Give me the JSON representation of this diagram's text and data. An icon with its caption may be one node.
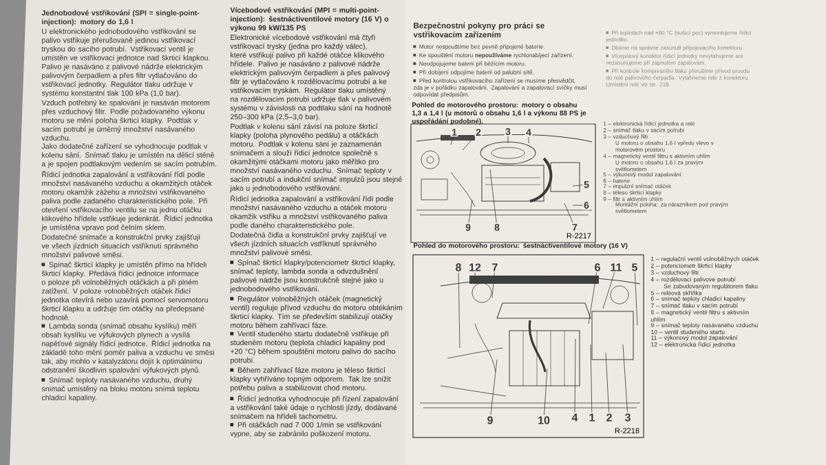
{
  "diagram": {
    "nodes": [
      {
        "text": [
          "R-2217"
        ]
      },
      {
        "text": [
          "1"
        ],
        "in": 0
      },
      {
        "text": [
          "2"
        ],
        "in": 0
      },
      {
        "text": [
          "3"
        ],
        "in": 0
      },
      {
        "text": [
          "4"
        ],
        "in": 0
      },
      {
        "text": [
          "5"
        ],
        "in": 0
      },
      {
        "text": [
          "6"
        ],
        "in": 0
      },
      {
        "text": [
          "9"
        ],
        "in": 0
      },
      {
        "text": [
          "8"
        ],
        "in": 0
      },
      {
        "text": [
          "7"
        ],
        "in": 0
      },
      {
        "text": [
          "R-2218"
        ]
      },
      {
        "text": [
          "8"
        ],
        "in": 10
      },
      {
        "text": [
          "12"
        ],
        "in": 10
      },
      {
        "text": [
          "7"
        ],
        "in": 10
      },
      {
        "text": [
          "6"
        ],
        "in": 10
      },
      {
        "text": [
          "11"
        ],
        "in": 10
      },
      {
        "text": [
          "5"
        ],
        "in": 10
      },
      {
        "text": [
          "9"
        ],
        "in": 10
      },
      {
        "text": [
          "10"
        ],
        "in": 10
      },
      {
        "text": [
          "4"
        ],
        "in": 10
      },
      {
        "text": [
          "1"
        ],
        "in": 10
      },
      {
        "text": [
          "2"
        ],
        "in": 10
      },
      {
        "text": [
          "3"
        ],
        "in": 10
      }
    ],
    "edges": [
      {
        "from": 1,
        "to": null,
        "arrow": "none"
      },
      {
        "from": 2,
        "to": null,
        "arrow": "none"
      },
      {
        "from": 3,
        "to": null,
        "arrow": "none"
      },
      {
        "from": 4,
        "to": null,
        "arrow": "none"
      },
      {
        "from": 5,
        "to": null,
        "arrow": "none"
      },
      {
        "from": 6,
        "to": null,
        "arrow": "none"
      },
      {
        "from": 7,
        "to": null,
        "arrow": "none"
      },
      {
        "from": 8,
        "to": null,
        "arrow": "none"
      },
      {
        "from": 9,
        "to": null,
        "arrow": "none"
      },
      {
        "from": 11,
        "to": null,
        "arrow": "none"
      },
      {
        "from": 12,
        "to": null,
        "arrow": "none"
      },
      {
        "from": 13,
        "to": null,
        "arrow": "none"
      },
      {
        "from": 14,
        "to": null,
        "arrow": "none"
      },
      {
        "from": 15,
        "to": null,
        "arrow": "none"
      },
      {
        "from": 16,
        "to": null,
        "arrow": "none"
      },
      {
        "from": 17,
        "to": null,
        "arrow": "none"
      },
      {
        "from": 18,
        "to": null,
        "arrow": "none"
      },
      {
        "from": 19,
        "to": null,
        "arrow": "none"
      },
      {
        "from": 20,
        "to": null,
        "arrow": "none"
      },
      {
        "from": 21,
        "to": null,
        "arrow": "none"
      },
      {
        "from": 22,
        "to": null,
        "arrow": "none"
      }
    ],
    "labels": [
      "Jednobodové vstřikování (SPI = single-point-injection): motory do 1,6 l",
      "U elektronického jednobodového vstřikování se palivo vstřikuje přerušovaně jedinou vstřikovací tryskou do sacího potrubí. Vstřikovací ventil je umístěn ve vstřikovací jednotce nad škrticí klapkou. Palivo je nasáváno z palivové nádrže elektrickým palivovým čerpadlem a přes filtr vytlačováno do vstřikovací jednotky. Regulátor tlaku udržuje v systému konstantní tlak 100 kPa (1,0 bar).",
      "Vzduch potřebný ke spalování je nasáván motorem přes vzduchový filtr. Podle požadovaného výkonu motoru se mění poloha škrticí klapky. Podtlak v sacím potrubí je úměrný množství nasávaného vzduchu.",
      "Jako dodatečné zařízení se vyhodnocuje podtlak v kolenu sání. Snímač tlaku je umístěn na dělicí stěně a je spojen podtlakovým vedením se sacím potrubím.",
      "Řídicí jednotka zapalování a vstřikování řídí podle množství nasávaného vzduchu a okamžitých otáček motoru okamžik zážehu a množství vstřikovaného paliva podle zadaného charakteristického pole. Při otevření vstřikovacího ventilu se na jednu otáčku klikového hřídele vstřikuje jedenkrát. Řídicí jednotka je umístěna vpravo pod čelním sklem.",
      "Dodatečné snímače a konstrukční prvky zajišťují ve všech jízdních situacích vstříknutí správného množství palivové směsi.",
      "Spínač škrticí klapky je umístěn přímo na hřídeli škrticí klapky. Předává řídicí jednotce informace o poloze při volnoběžných otáčkách a při plném zatížení. V poloze volnoběžných otáček řídicí jednotka otevírá nebo uzavírá pomocí servomotoru škrticí klapku a udržuje tím otáčky na předepsané hodnotě.",
      "Lambda sonda (snímač obsahu kyslíku) měří obsah kyslíku ve výfukových plynech a vysílá napěťové signály řídicí jednotce. Řídicí jednotka na základě toho mění poměr paliva a vzduchu ve směsi tak, aby mohlo v katalyzátoru dojít k optimálnímu odstranění škodlivin spalování výfukových plynů.",
      "Snímač teploty nasávaného vzduchu, druhý snímač umístěný na bloku motoru snímá teplotu chladicí kapaliny.",
      "Vícebodové vstřikování (MPI = multi-point-injection): šestnáctiventilové motory (16 V) o výkonu 99 kW/135 PS",
      "Elektronické vícebodové vstřikování má čtyři vstřikovací trysky (jedna pro každý válec), které vstřikují palivo při každé otáčce klikového hřídele. Palivo je nasáváno z palivové nádrže elektrickým palivovým čerpadlem a přes palivový filtr je vytlačováno k rozdělovacímu potrubí a ke vstřikovacím tryskám. Regulátor tlaku umístěný na rozdělovacím potrubí udržuje tlak v palivovém systému v závislosti na podtlaku sání na hodnotě 250–300 kPa (2,5–3,0 bar).",
      "Podtlak v kolenu sání závisí na poloze škrticí klapky (poloha plynového pedálu) a otáčkách motoru. Podtlak v kolenu sání je zaznamenán snímačem a slouží řídicí jednotce společně s okamžitými otáčkami motoru jako měřítko pro množství nasávaného vzduchu. Snímač teploty v sacím potrubí a indukční snímač impulzů jsou stejné jako u jednobodového vstřikování.",
      "Řídicí jednotka zapalování a vstřikování řídí podle množství nasávaného vzduchu a otáček motoru okamžik vstřiku a množství vstřikovaného paliva podle daného charakteristického pole.",
      "Dodatečná čidla a konstrukční prvky zajišťují ve všech jízdních situacích vstříknutí správného množství palivové směsi.",
      "Spínač škrticí klapky/potenciometr škrticí klapky, snímač teploty, lambda sonda a odvzdušnění palivové nádrže jsou konstrukčně stejné jako u jednobodového vstřikování.",
      "Regulátor volnoběžných otáček (magnetický ventil) reguluje přívod vzduchu do motoru obtékáním škrticí klapky. Tím se především stabilizují otáčky motoru během zahřívací fáze.",
      "Ventil studeného startu dodatečně vstřikuje při studeném motoru (teplota chladicí kapaliny pod +20 °C) během spouštění motoru palivo do sacího potrubí.",
      "Během zahřívací fáze motoru je těleso škrticí klapky vyhříváno topným odporem. Tak lze snížit potřebu paliva a stabilizovat chod motoru.",
      "Řídicí jednotka vyhodnocuje při řízení zapalování a vstřikování také údaje o rychlosti jízdy, dodávané snímačem na hřídeli tachometru.",
      "Při otáčkách nad 7 000 1/min se vstřikování vypne, aby se zabránilo poškození motoru.",
      "Bezpečnostní pokyny pro práci se vstřikovacím zařízením",
      "Motor nespouštíme bez pevně připojené baterie.",
      "Ke spouštění motoru **nepoužíváme** rychlonabíjecí zařízení.",
      "Neodpojujeme baterii při běžícím motoru.",
      "Při dobíjení odpojíme baterii od palubní sítě.",
      "Před kontrolou vstřikovacího zařízení se musíme přesvědčit, zda je v pořádku zapalování. Zapalování a zapalovací svíčky musí odpovídat předpisům.",
      "Při teplotách nad +80 °C (sušicí pec) vymontujeme řídicí jednotku.",
      "Dbáme na správné zasunutí připojovacího konektoru.",
      "Vícepólový konektor řídicí jednotky nevytahujeme ani nezasunujeme při zapnutém zapalování.",
      "Při kontrole kompresního tlaku přerušíme přívod proudu do relé palivového čerpadla. Vytáhneme relé z konektoru. Umístění relé viz str. 215.",
      "Pohled do motorového prostoru: motory o obsahu 1,3 a 1,4 l (u motorů o obsahu 1,6 l a výkonu 88 PS je uspořádání podobné).",
      "1 – elektronická řídicí jednotka a relé",
      "2 – snímač tlaku v sacím potrubí",
      "3 – vzduchový filtr",
      "U motoru o obsahu 1,6 l vpředu vlevo v motorovém prostoru",
      "4 – magnetický ventil filtru s aktivním uhlím",
      "U motoru o obsahu 1,6 l za pravým světlometem",
      "5 – výkonový modul zapalování",
      "6 – baterie",
      "7 – impulzní snímač otáček",
      "8 – těleso škrticí klapky",
      "9 – filtr s aktivním uhlím",
      "Montážní poloha: za nárazníkem pod pravým světlometem",
      "Pohled do motorového prostoru: šestnáctiventilové motory (16 V)",
      "1 – regulační ventil volnoběžných otáček",
      "2 – potenciometr škrticí klapky",
      "3 – vzduchový filtr",
      "4 – rozdělovací palivové potrubí",
      "Se zabudovaným regulátorem tlaku",
      "5 – reléová skříňka",
      "6 – snímač teploty chladicí kapaliny",
      "7 – snímač tlaku v sacím potrubí",
      "8 – magnetický ventil filtru s aktivním uhlím",
      "9 – snímač teploty nasávaného vzduchu",
      "10 – ventil studeného startu",
      "11 – výkonový modul zapalování",
      "12 – elektronická řídicí jednotka"
    ]
  }
}
